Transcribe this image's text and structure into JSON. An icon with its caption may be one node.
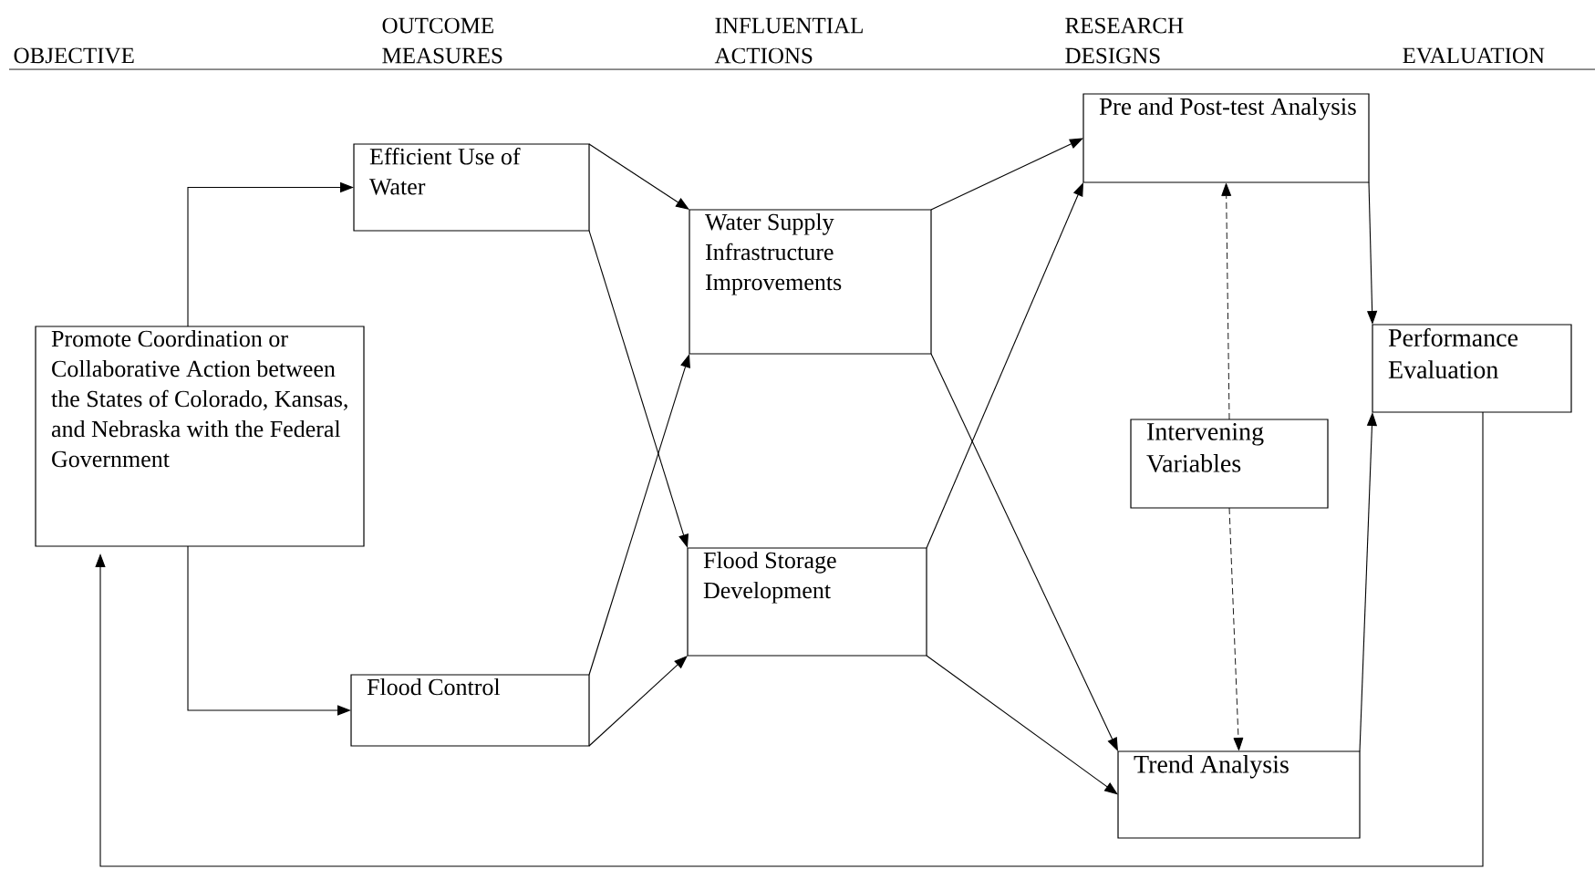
{
  "diagram": {
    "nodes": [
      {
        "text": [
          "Promote Coordination or Collaborative Action between the States of Colorado, Kansas, and Nebraska with the Federal Government"
        ]
      },
      {
        "text": [
          "Efficient Use of Water"
        ]
      },
      {
        "text": [
          "Flood Control"
        ]
      },
      {
        "text": [
          "Water Supply Infrastructure Improvements"
        ]
      },
      {
        "text": [
          "Flood Storage Development"
        ]
      },
      {
        "text": [
          "Pre and Post-test Analysis"
        ]
      },
      {
        "text": [
          "Intervening Variables"
        ]
      },
      {
        "text": [
          "Performance Evaluation"
        ]
      },
      {
        "text": [
          "Trend Analysis"
        ]
      }
    ],
    "edges": [
      {
        "from": 0,
        "to": 1,
        "arrow": "to"
      },
      {
        "from": 0,
        "to": 2,
        "arrow": "to"
      },
      {
        "from": 1,
        "to": 3,
        "arrow": "to"
      },
      {
        "from": 1,
        "to": 4,
        "arrow": "to"
      },
      {
        "from": 2,
        "to": 3,
        "arrow": "to"
      },
      {
        "from": 2,
        "to": 4,
        "arrow": "to"
      },
      {
        "from": 3,
        "to": 5,
        "arrow": "to"
      },
      {
        "from": 3,
        "to": 8,
        "arrow": "to"
      },
      {
        "from": 4,
        "to": 5,
        "arrow": "to"
      },
      {
        "from": 4,
        "to": 8,
        "arrow": "to"
      },
      {
        "from": 6,
        "to": 5,
        "arrow": "to",
        "style": "dashed"
      },
      {
        "from": 6,
        "to": 8,
        "arrow": "to",
        "style": "dashed"
      },
      {
        "from": 5,
        "to": 7,
        "arrow": "to"
      },
      {
        "from": 8,
        "to": 7,
        "arrow": "to"
      },
      {
        "from": 7,
        "to": 0,
        "arrow": "to"
      }
    ],
    "labels": [
      "OBJECTIVE",
      "OUTCOME MEASURES",
      "INFLUENTIAL ACTIONS",
      "RESEARCH DESIGNS",
      "EVALUATION"
    ]
  }
}
